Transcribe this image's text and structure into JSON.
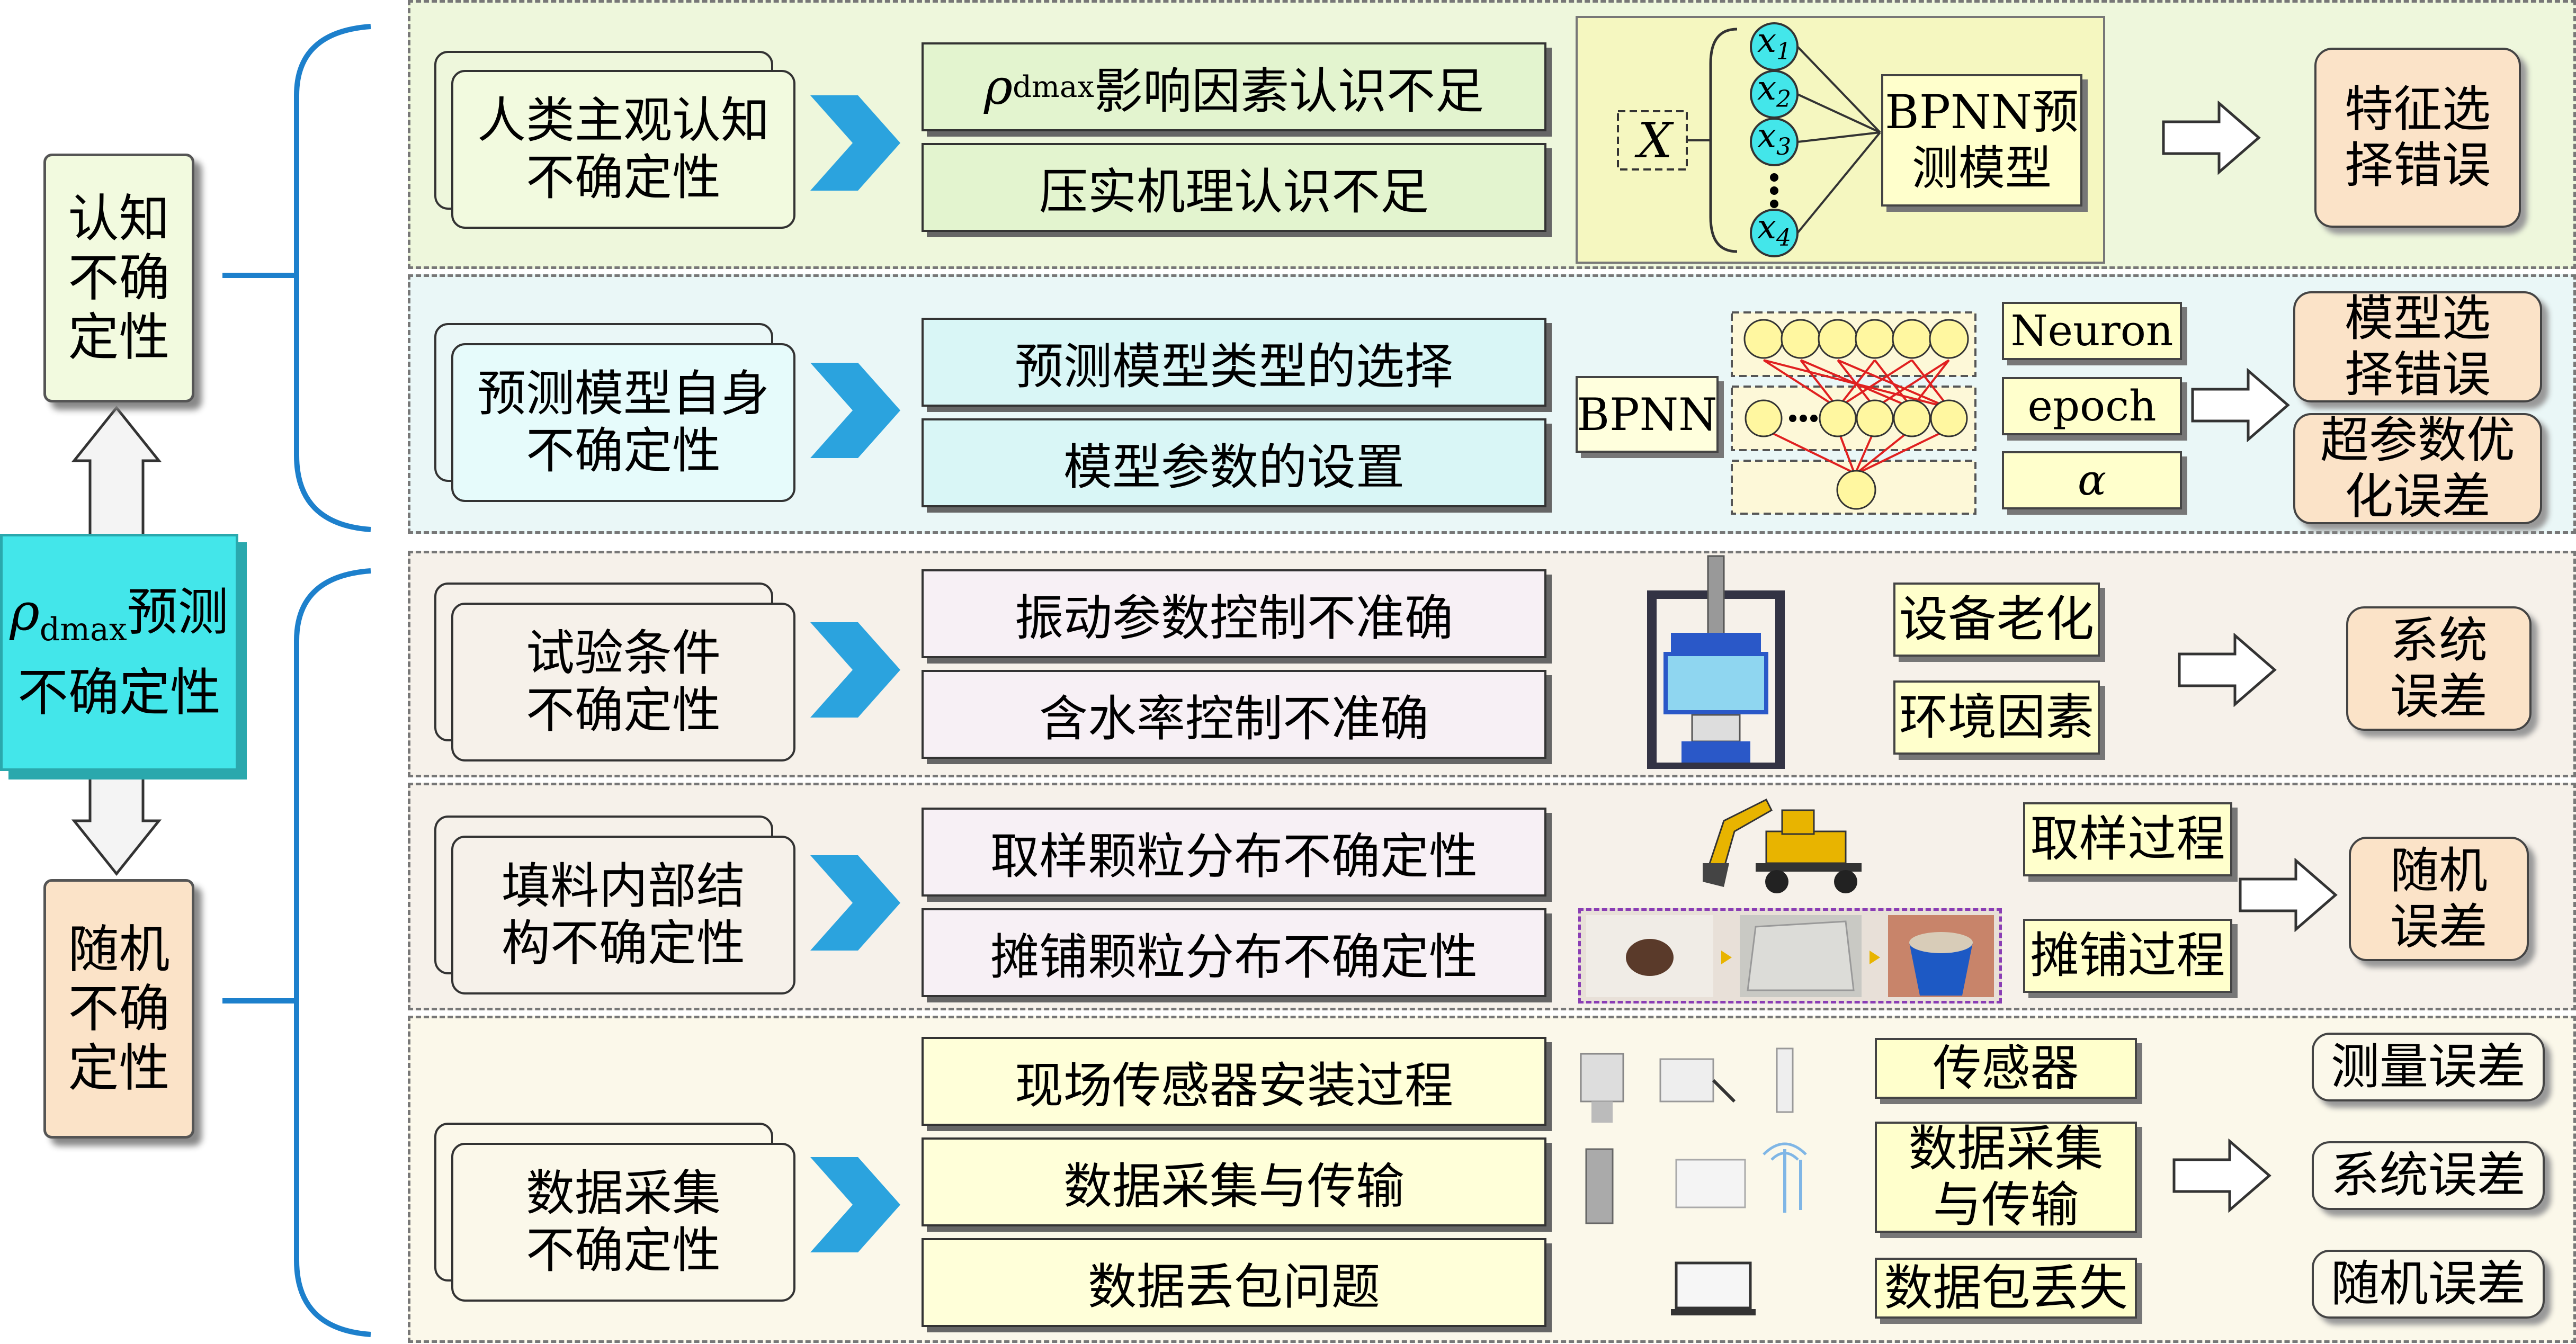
{
  "left": {
    "top_box": "认知\n不确\n定性",
    "center_box_rho": "ρ",
    "center_box_sub": "dmax",
    "center_box_rest": "预测",
    "center_box_line2": "不确定性",
    "bottom_box": "随机\n不确\n定性"
  },
  "rows": [
    {
      "category": "人类主观认知\n不确定性",
      "factor1_rho": "ρ",
      "factor1_sub": "dmax",
      "factor1_rest": "影响因素认识不足",
      "factor2": "压实机理认识不足",
      "fig": {
        "X": "X",
        "nodes": [
          "x1",
          "x2",
          "x3",
          "x4"
        ],
        "model": "BPNN预\n测模型"
      },
      "result": "特征选\n择错误"
    },
    {
      "category": "预测模型自身\n不确定性",
      "factor1": "预测模型类型的选择",
      "factor2": "模型参数的设置",
      "fig": {
        "bpnn": "BPNN",
        "params": [
          "Neuron",
          "epoch",
          "α"
        ]
      },
      "result1": "模型选\n择错误",
      "result2": "超参数优\n化误差"
    },
    {
      "category": "试验条件\n不确定性",
      "factor1": "振动参数控制不准确",
      "factor2": "含水率控制不准确",
      "labels": [
        "设备老化",
        "环境因素"
      ],
      "result": "系统\n误差"
    },
    {
      "category": "填料内部结\n构不确定性",
      "factor1": "取样颗粒分布不确定性",
      "factor2": "摊铺颗粒分布不确定性",
      "labels": [
        "取样过程",
        "摊铺过程"
      ],
      "result": "随机\n误差"
    },
    {
      "category": "数据采集\n不确定性",
      "factors": [
        "现场传感器安装过程",
        "数据采集与传输",
        "数据丢包问题"
      ],
      "labels": [
        "传感器",
        "数据采集\n与传输",
        "数据包丢失"
      ],
      "results": [
        "测量误差",
        "系统误差",
        "随机误差"
      ]
    }
  ],
  "colors": {
    "green_band": "#eef7dc",
    "blue_band": "#eaf7f7",
    "tan_band": "#f6f1ea",
    "cream_band": "#fbf8ea",
    "cyan_box": "#43e6ea",
    "brace_blue": "#1d80cc",
    "chevron_blue": "#2ba3de",
    "light_green": "#f2fadf",
    "peach": "#fbe3c8",
    "yellow": "#ffffcc"
  },
  "icons": [
    "chevron-right-icon",
    "hollow-arrow-icon",
    "neural-net-icon",
    "compactor-machine-icon",
    "excavator-icon",
    "sensor-icon",
    "laptop-icon",
    "antenna-icon"
  ]
}
